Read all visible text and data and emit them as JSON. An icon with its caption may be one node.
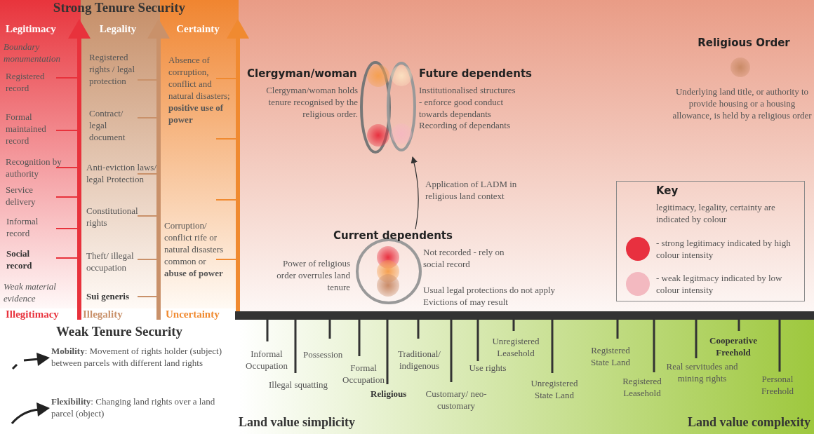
{
  "diagram": {
    "nodes": [
      {
        "text": [
          "Clergyman/woman",
          "Clergyman/woman holds tenure recognised by the religious order."
        ]
      },
      {
        "text": [
          "Future dependents",
          "Institutionalised structures",
          "- enforce good conduct towards dependants",
          "Recording of dependants"
        ]
      },
      {
        "text": [
          "Current dependents",
          "Power of religious order overrules land tenure",
          "Not recorded - rely on social record",
          "Usual legal protections do not apply Evictions of may result"
        ]
      },
      {
        "text": [
          "Religious Order",
          "Underlying land title, or authority to provide housing or a housing allowance, is held by a religious order"
        ]
      },
      {
        "text": [
          "Key",
          "legitimacy, legality, certainty are indicated by colour"
        ]
      }
    ],
    "edges": [
      {
        "from": 2,
        "to": 1,
        "arrow": "to",
        "label": "Application of LADM in religious land context"
      }
    ],
    "labels": [
      "Strong Tenure Security",
      "Legitimacy",
      "Legality",
      "Certainty",
      "Boundary monumentation",
      "Registered record",
      "Formal maintained record",
      "Recognition by authority",
      "Service delivery",
      "Informal record",
      "Social record",
      "Weak material evidence",
      "Registered rights / legal protection",
      "Contract/ legal document",
      "Anti-eviction laws/ legal Protection",
      "Constitutional rights",
      "Theft/ illegal occupation",
      "Sui generis",
      "Absence of corruption, conflict and natural disasters; **positive use of power**",
      "Corruption/ conflict rife or natural disasters common or **abuse of power**",
      "Illegitimacy",
      "Illegality",
      "Uncertainty",
      "Weak Tenure Security",
      "Informal Occupation",
      "Illegal squatting",
      "Possession",
      "Formal Occupation",
      "Religious",
      "Traditional/ indigenous",
      "Customary/ neo-customary",
      "Use rights",
      "Unregistered Leasehold",
      "Unregistered State Land",
      "Registered State Land",
      "Registered Leasehold",
      "Real servitudes and mining rights",
      "Cooperative Freehold",
      "Personal Freehold",
      "Land value simplicity",
      "Land value complexity"
    ],
    "legend": [
      {
        "text": "- strong legitimacy indicated by high colour intensity",
        "color": "#e8303f"
      },
      {
        "text": "- weak legitmacy indicated by low colour intensity",
        "color": "#f3b9c0"
      },
      {
        "text": "**Mobility**: Movement of rights holder (subject) between parcels with different land rights"
      },
      {
        "text": "**Flexibility**: Changing land rights over a land parcel (object)"
      }
    ]
  }
}
